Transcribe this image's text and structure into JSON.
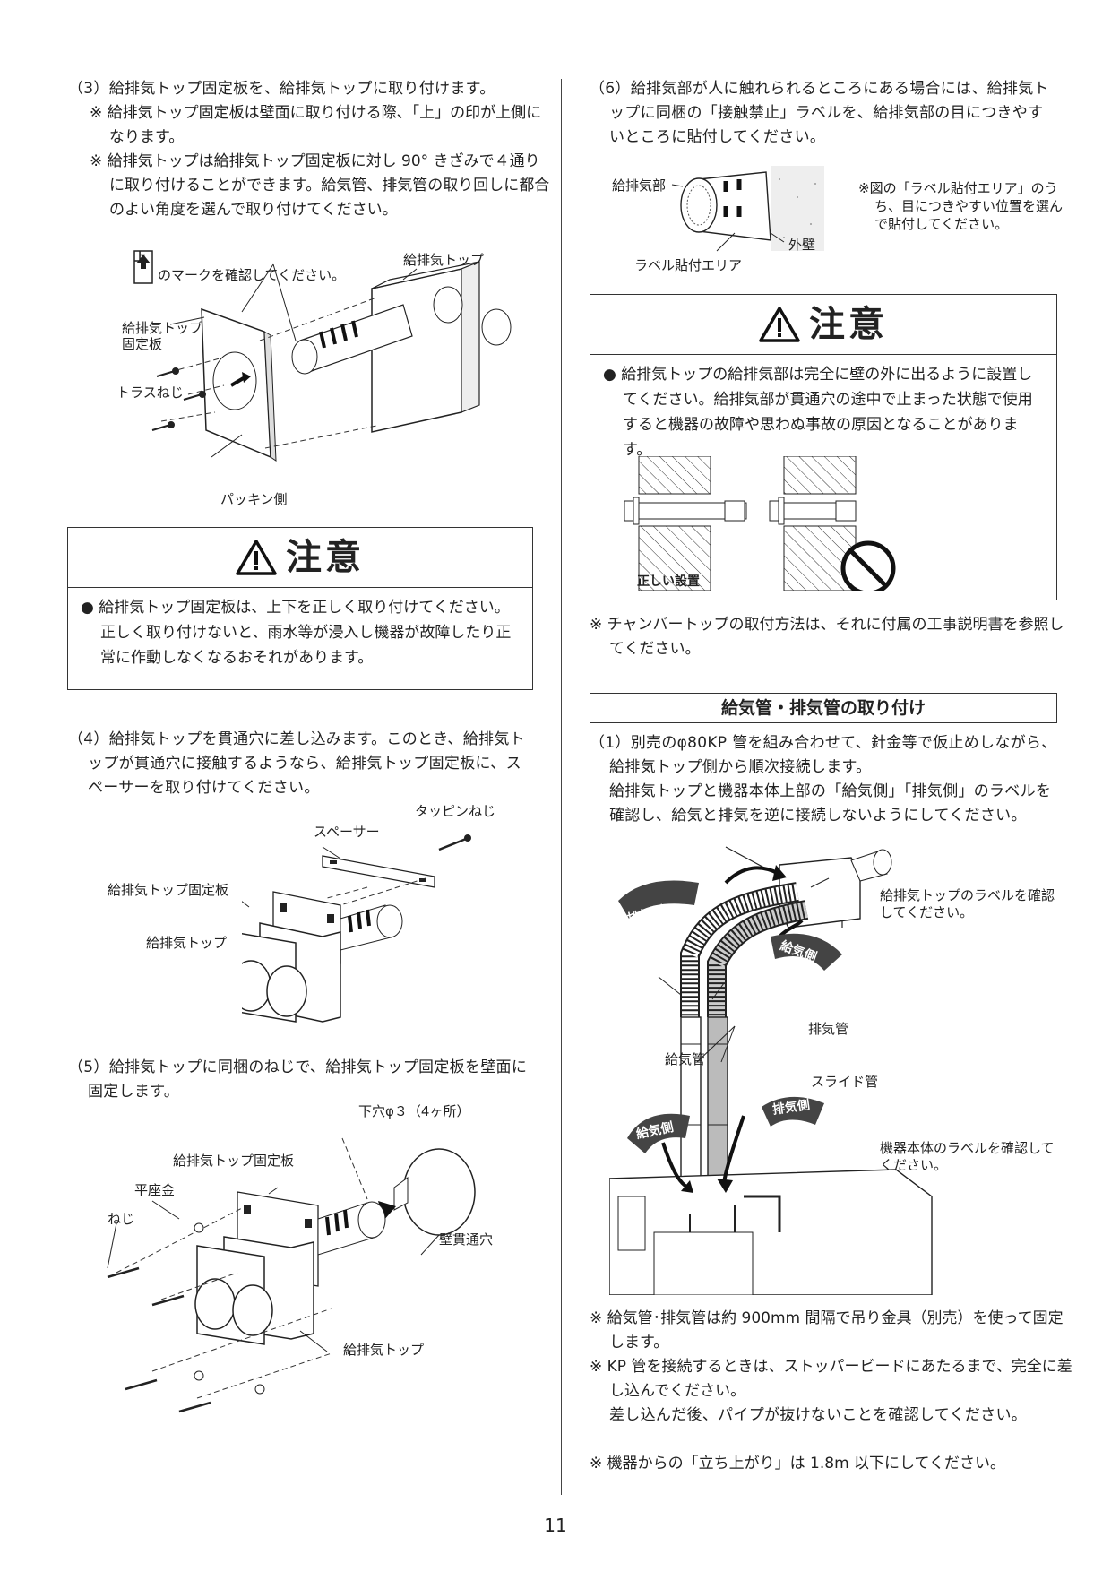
{
  "left": {
    "step3": {
      "main": "（3）給排気トップ固定板を、給排気トップに取り付けます。",
      "note1": "※ 給排気トップ固定板は壁面に取り付ける際、「上」の印が上側になります。",
      "note2": "※ 給排気トップは給排気トップ固定板に対し 90° きざみで４通りに取り付けることができます。給気管、排気管の取り回しに都合のよい角度を選んで取り付けてください。",
      "fig": {
        "mark_char": "上",
        "mark_text": "のマークを確認してください。",
        "label_top": "給排気トップ",
        "label_plate_1": "給排気トップ",
        "label_plate_2": "固定板",
        "label_screw": "トラスねじ",
        "label_packing": "パッキン側"
      }
    },
    "caution1": {
      "title": "注意",
      "text": "● 給排気トップ固定板は、上下を正しく取り付けてください。正しく取り付けないと、雨水等が浸入し機器が故障したり正常に作動しなくなるおそれがあります。"
    },
    "step4": {
      "main": "（4）給排気トップを貫通穴に差し込みます。このとき、給排気トップが貫通穴に接触するようなら、給排気トップ固定板に、スペーサーを取り付けてください。",
      "fig": {
        "label_tapping": "タッピンねじ",
        "label_spacer": "スペーサー",
        "label_plate": "給排気トップ固定板",
        "label_top": "給排気トップ"
      }
    },
    "step5": {
      "main": "（5）給排気トップに同梱のねじで、給排気トップ固定板を壁面に固定します。",
      "fig": {
        "label_hole": "下穴φ３（4ヶ所）",
        "label_plate": "給排気トップ固定板",
        "label_washer": "平座金",
        "label_screw": "ねじ",
        "label_wallhole": "壁貫通穴",
        "label_top": "給排気トップ"
      }
    }
  },
  "right": {
    "step6": {
      "main": "（6）給排気部が人に触れられるところにある場合には、給排気トップに同梱の「接触禁止」ラベルを、給排気部の目につきやすいところに貼付してください。",
      "fig": {
        "label_part": "給排気部",
        "label_wall": "外壁",
        "label_area": "ラベル貼付エリア",
        "side_note": "※図の「ラベル貼付エリア」のうち、目につきやすい位置を選んで貼付してください。"
      }
    },
    "caution2": {
      "title": "注意",
      "text": "● 給排気トップの給排気部は完全に壁の外に出るように設置してください。給排気部が貫通穴の途中で止まった状態で使用すると機器の故障や思わぬ事故の原因となることがあります。",
      "fig_label": "正しい設置"
    },
    "chamber_note": "※ チャンバートップの取付方法は、それに付属の工事説明書を参照してください。",
    "section_title": "給気管・排気管の取り付け",
    "pipe_step1": {
      "main": "（1）別売のφ80KP 管を組み合わせて、針金等で仮止めしながら、給排気トップ側から順次接続します。",
      "sub": "給排気トップと機器本体上部の「給気側」「排気側」のラベルを確認し、給気と排気を逆に接続しないようにしてください。",
      "fig": {
        "tag_exhaust": "排気側",
        "tag_supply": "給気側",
        "label_top_check": "給排気トップのラベルを確認してください。",
        "label_exhaust_pipe": "排気管",
        "label_supply_pipe": "給気管",
        "label_slide": "スライド管",
        "label_body_check": "機器本体のラベルを確認してください。"
      }
    },
    "notes": [
      "※ 給気管･排気管は約 900mm 間隔で吊り金具（別売）を使って固定します。",
      "※ KP 管を接続するときは、ストッパービードにあたるまで、完全に差し込んでください。",
      "差し込んだ後、パイプが抜けないことを確認してください。",
      "※ 機器からの「立ち上がり」は 1.8m 以下にしてください。"
    ]
  },
  "page_number": "11"
}
